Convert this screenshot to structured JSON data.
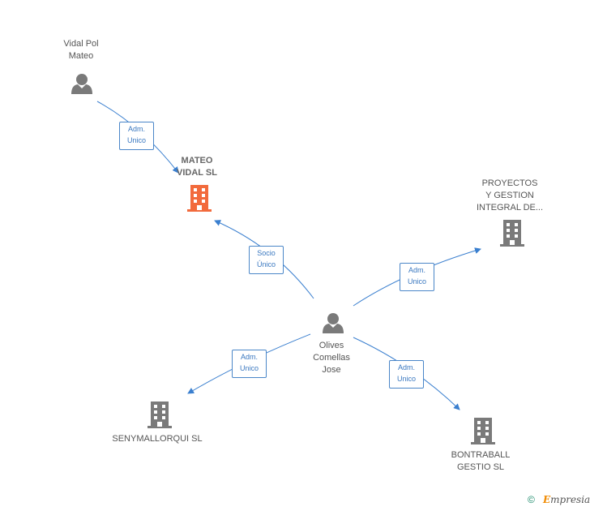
{
  "nodes": {
    "vidal": {
      "line1": "Vidal Pol",
      "line2": "Mateo"
    },
    "mateo_vidal": {
      "line1": "MATEO",
      "line2": "VIDAL SL"
    },
    "proyectos": {
      "line1": "PROYECTOS",
      "line2": "Y GESTION",
      "line3": "INTEGRAL DE..."
    },
    "olives": {
      "line1": "Olives",
      "line2": "Comellas",
      "line3": "Jose"
    },
    "senymallorqui": {
      "line1": "SENYMALLORQUI SL"
    },
    "bontraball": {
      "line1": "BONTRABALL",
      "line2": "GESTIO SL"
    }
  },
  "edges": {
    "vidal_mateo": {
      "line1": "Adm.",
      "line2": "Unico"
    },
    "olives_mateo": {
      "line1": "Socio",
      "line2": "Único"
    },
    "olives_proyectos": {
      "line1": "Adm.",
      "line2": "Unico"
    },
    "olives_senymallorqui": {
      "line1": "Adm.",
      "line2": "Unico"
    },
    "olives_bontraball": {
      "line1": "Adm.",
      "line2": "Unico"
    }
  },
  "colors": {
    "main_company": "#f26a3c",
    "company": "#7a7a7a",
    "person": "#7a7a7a",
    "edge": "#3a7fcf"
  },
  "footer": {
    "copyright": "©",
    "brand_initial": "E",
    "brand_rest": "mpresia"
  }
}
